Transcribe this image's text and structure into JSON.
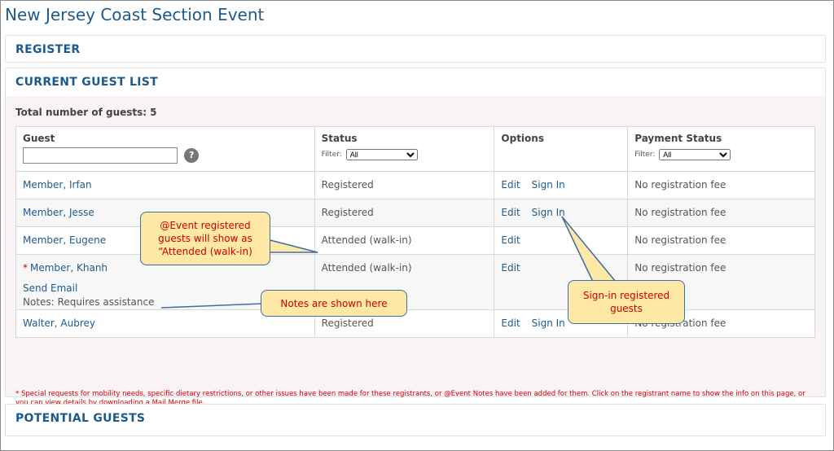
{
  "page_title": "New Jersey Coast Section Event",
  "sections": {
    "register": "REGISTER",
    "current_guest_list": "CURRENT GUEST LIST",
    "potential_guests": "POTENTIAL GUESTS"
  },
  "guest_list": {
    "total_label": "Total number of guests:",
    "total_count": "5",
    "columns": {
      "guest": "Guest",
      "status": "Status",
      "options": "Options",
      "payment": "Payment Status"
    },
    "filter_label": "Filter:",
    "status_filter_value": "All",
    "payment_filter_value": "All",
    "help_glyph": "?",
    "rows": [
      {
        "name": "Member, Irfan",
        "status": "Registered",
        "edit": "Edit",
        "signin": "Sign In",
        "payment": "No registration fee"
      },
      {
        "name": "Member, Jesse",
        "status": "Registered",
        "edit": "Edit",
        "signin": "Sign In",
        "payment": "No registration fee"
      },
      {
        "name": "Member, Eugene",
        "status": "Attended (walk-in)",
        "edit": "Edit",
        "payment": "No registration fee"
      },
      {
        "name": "Member, Khanh",
        "asterisk": "*",
        "status": "Attended (walk-in)",
        "edit": "Edit",
        "payment": "No registration fee",
        "send_email": "Send Email",
        "notes": "Notes: Requires assistance"
      },
      {
        "name": "Walter, Aubrey",
        "status": "Registered",
        "edit": "Edit",
        "signin": "Sign In",
        "payment": "No registration fee"
      }
    ],
    "footnote": "* Special requests for mobility needs, specific dietary restrictions, or other issues have been made for these registrants, or @Event Notes have been added for them. Click on the registrant name to show the info on this page, or you can view details by downloading a Mail Merge file."
  },
  "callouts": {
    "attended": "@Event registered guests will show as “Attended (walk-in)",
    "notes": "Notes are shown here",
    "signin": "Sign-in registered guests"
  },
  "colors": {
    "title_blue": "#1d5a8c",
    "link_blue": "#1d5a8c",
    "callout_fill": "#fde8a6",
    "callout_border": "#3d6ea8",
    "callout_text": "#cc0000",
    "footnote_red": "#d40000",
    "section_bg": "#f9f2f7"
  }
}
